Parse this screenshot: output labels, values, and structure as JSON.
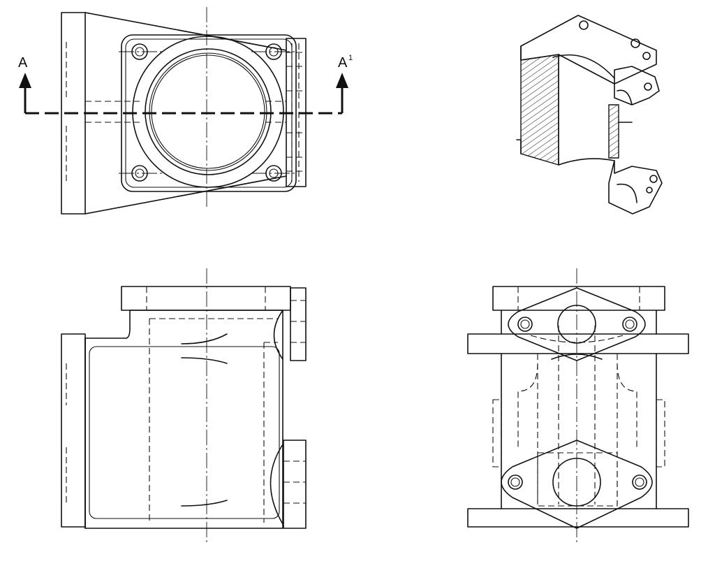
{
  "section_markers": {
    "left_label": "A",
    "right_label": "A",
    "right_superscript": "1"
  }
}
